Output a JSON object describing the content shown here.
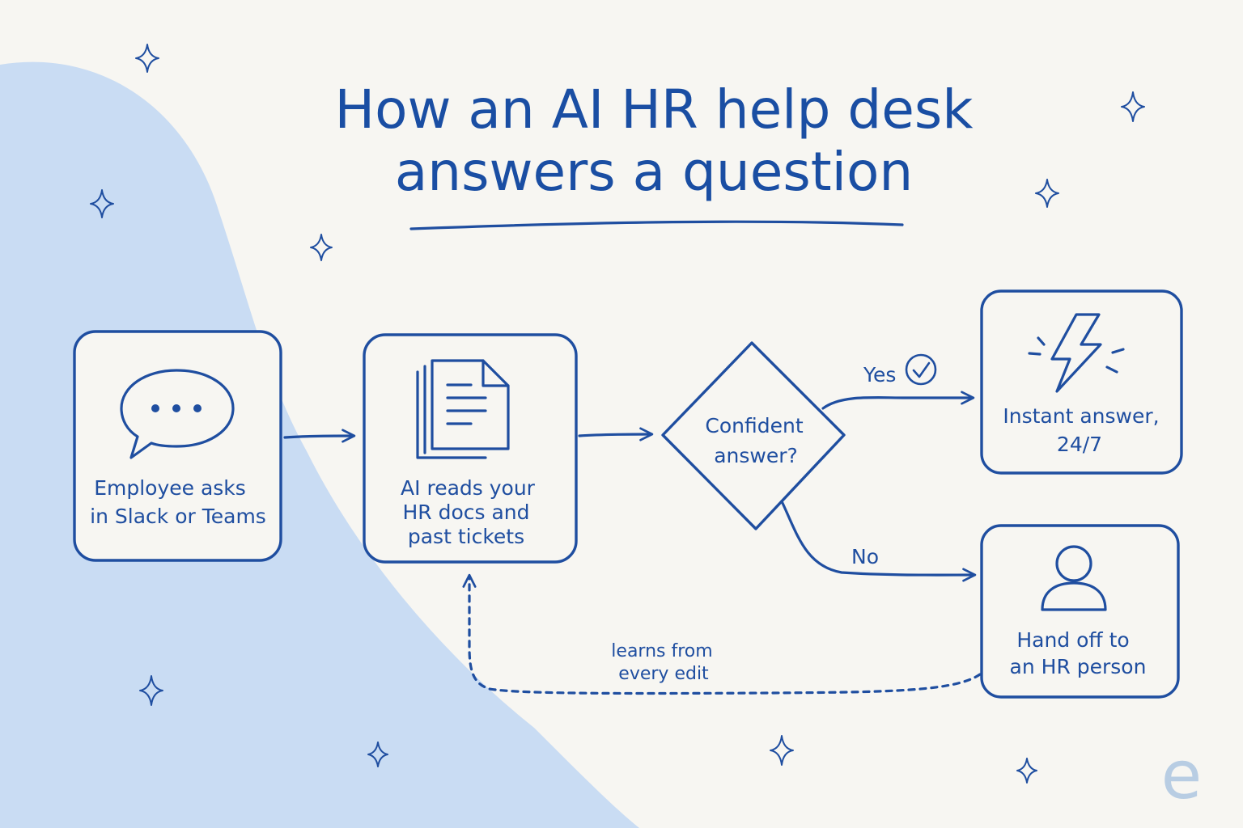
{
  "title": {
    "line1": "How an AI HR help desk",
    "line2": "answers a question"
  },
  "nodes": {
    "employee": {
      "line1": "Employee asks",
      "line2": "in Slack or Teams",
      "icon": "chat-bubble-icon"
    },
    "ai_reads": {
      "line1": "AI reads your",
      "line2": "HR docs and",
      "line3": "past tickets",
      "icon": "documents-icon"
    },
    "decision": {
      "line1": "Confident",
      "line2": "answer?"
    },
    "instant": {
      "line1": "Instant answer,",
      "line2": "24/7",
      "icon": "lightning-icon"
    },
    "handoff": {
      "line1": "Hand off to",
      "line2": "an HR person",
      "icon": "person-icon"
    }
  },
  "edges": {
    "yes_label": "Yes",
    "no_label": "No",
    "feedback_line1": "learns from",
    "feedback_line2": "every edit"
  },
  "colors": {
    "ink": "#1f4ea0",
    "background": "#f7f6f2",
    "blob": "#c9dcf3",
    "watermark": "#b8cde3"
  },
  "watermark": "e"
}
